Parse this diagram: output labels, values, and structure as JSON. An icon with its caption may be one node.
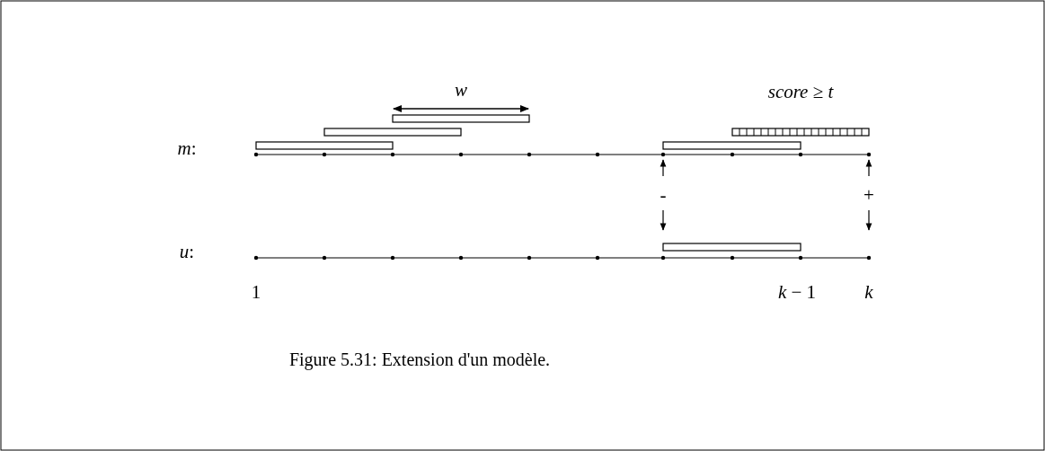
{
  "diagram": {
    "caption": "Figure 5.31: Extension d'un modèle.",
    "labels": [
      "*w*",
      "*score* ≥ *t*",
      "*m*:",
      "-",
      "+",
      "*u*:",
      "1",
      "*k* − 1",
      "*k*"
    ]
  }
}
